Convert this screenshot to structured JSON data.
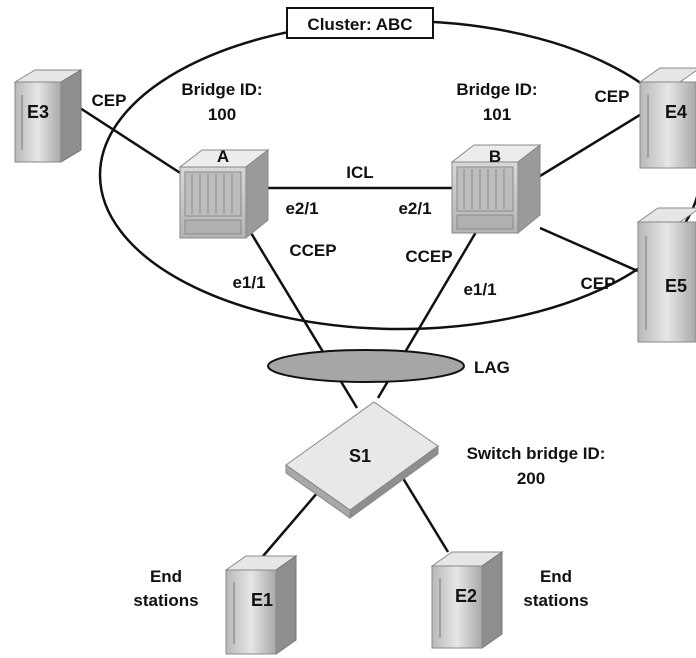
{
  "cluster": {
    "title": "Cluster: ABC"
  },
  "bridges": {
    "a": {
      "id_label": "Bridge ID:",
      "id_value": "100",
      "name": "A"
    },
    "b": {
      "id_label": "Bridge ID:",
      "id_value": "101",
      "name": "B"
    }
  },
  "links": {
    "icl": "ICL",
    "a_icl_port": "e2/1",
    "b_icl_port": "e2/1",
    "a_ccep": "CCEP",
    "b_ccep": "CCEP",
    "a_lag_port": "e1/1",
    "b_lag_port": "e1/1",
    "e3_cep": "CEP",
    "e4_cep": "CEP",
    "e5_cep": "CEP",
    "lag": "LAG"
  },
  "servers": {
    "e1": "E1",
    "e2": "E2",
    "e3": "E3",
    "e4": "E4",
    "e5": "E5"
  },
  "switch": {
    "name": "S1",
    "id_label": "Switch bridge ID:",
    "id_value": "200"
  },
  "end_stations": {
    "left_line1": "End",
    "left_line2": "stations",
    "right_line1": "End",
    "right_line2": "stations"
  },
  "colors": {
    "line": "#111111",
    "device_face": "#cfcfcf",
    "device_side": "#9a9a9a",
    "device_top": "#ececec",
    "lag_fill": "#a6a6a6"
  }
}
